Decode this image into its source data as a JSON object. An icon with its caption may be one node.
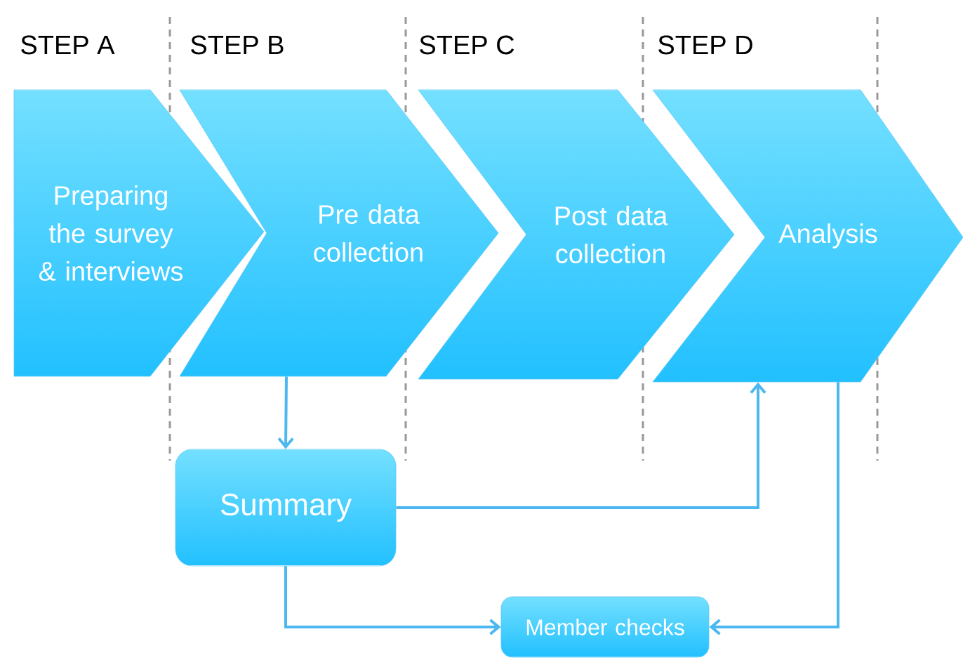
{
  "diagram": {
    "nodes": [
      {
        "text": [
          "Preparing the survey & interviews"
        ]
      },
      {
        "text": [
          "Pre data collection"
        ]
      },
      {
        "text": [
          "Post data collection"
        ]
      },
      {
        "text": [
          "Analysis"
        ]
      },
      {
        "text": [
          "Summary"
        ]
      },
      {
        "text": [
          "Member checks"
        ]
      }
    ],
    "edges": [
      {
        "from": 1,
        "to": 4,
        "arrow": "to"
      },
      {
        "from": 4,
        "to": 3,
        "arrow": "to"
      },
      {
        "from": 4,
        "to": 5,
        "arrow": "to"
      },
      {
        "from": 3,
        "to": 5,
        "arrow": "to"
      }
    ],
    "labels": [
      "STEP A",
      "STEP B",
      "STEP C",
      "STEP D"
    ]
  }
}
